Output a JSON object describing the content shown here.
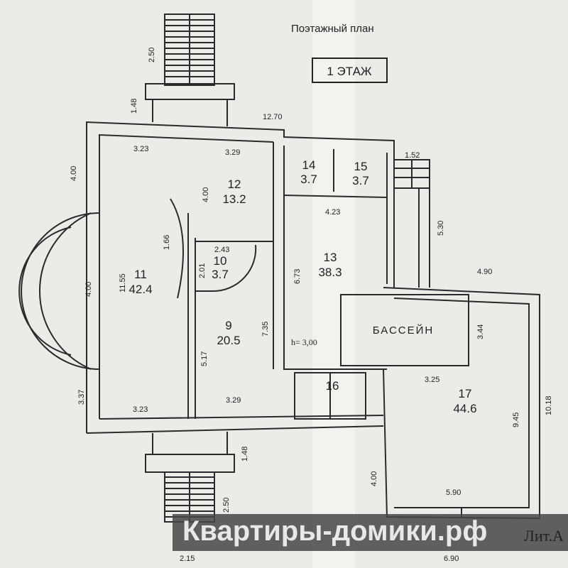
{
  "header": {
    "title": "Поэтажный план",
    "floor_label": "1 ЭТАЖ"
  },
  "rooms": [
    {
      "number": "11",
      "area": "42.4"
    },
    {
      "number": "12",
      "area": "13.2"
    },
    {
      "number": "14",
      "area": "3.7"
    },
    {
      "number": "15",
      "area": "3.7"
    },
    {
      "number": "10",
      "area": "3.7"
    },
    {
      "number": "13",
      "area": "38.3"
    },
    {
      "number": "9",
      "area": "20.5"
    },
    {
      "number": "16"
    },
    {
      "number": "17",
      "area": "44.6"
    }
  ],
  "pool": {
    "label": "БАССЕЙН",
    "height": "h= 3,00"
  },
  "dimensions": [
    "2.50",
    "1.48",
    "12.70",
    "4.00",
    "3.23",
    "3.29",
    "1.52",
    "4.00",
    "4.23",
    "5.30",
    "1.66",
    "2.43",
    "2.01",
    "11.55",
    "4.00",
    "6.73",
    "4.90",
    "7.35",
    "3.44",
    "5.17",
    "3.25",
    "3.37",
    "3.23",
    "3.29",
    "9.45",
    "10.18",
    "1.48",
    "4.00",
    "2.50",
    "5.90",
    "2.15",
    "6.90"
  ],
  "watermark": {
    "text": "Квартиры-домики.рф",
    "accent": "#8dc63f"
  },
  "lit_label": "Лит.А"
}
